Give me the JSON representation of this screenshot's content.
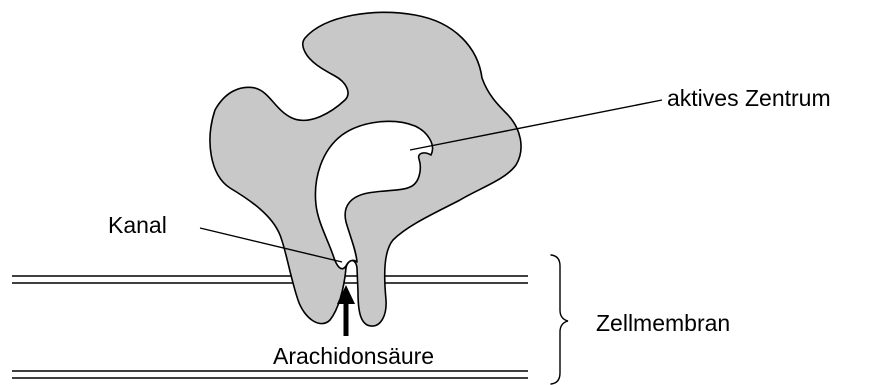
{
  "labels": {
    "active_site": "aktives Zentrum",
    "channel": "Kanal",
    "membrane": "Zellmembran",
    "substrate": "Arachidonsäure"
  },
  "colors": {
    "protein_fill": "#c8c8c8",
    "outline": "#000000",
    "background": "#ffffff"
  }
}
